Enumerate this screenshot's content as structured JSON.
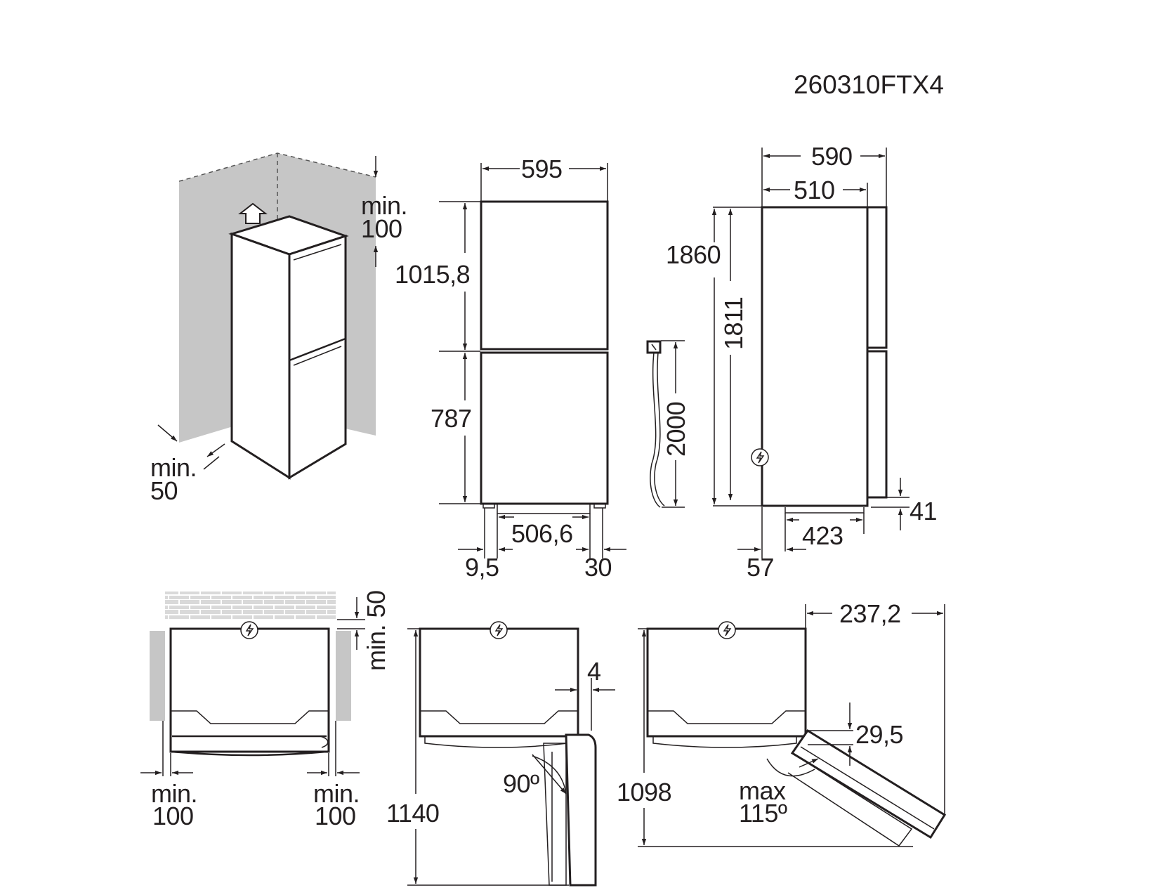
{
  "model_code": "260310FTX4",
  "colors": {
    "line": "#231f20",
    "wall": "#c6c6c6",
    "background": "#ffffff"
  },
  "icons": {
    "power": "power-socket-icon",
    "lift": "arrow-up-icon"
  },
  "perspective": {
    "top_clearance_min": "min.",
    "top_clearance_val": "100",
    "side_clearance_min": "min.",
    "side_clearance_val": "50"
  },
  "front": {
    "width": "595",
    "upper_height": "1015,8",
    "lower_height": "787",
    "foot_spacing": "506,6",
    "left_offset": "9,5",
    "right_offset": "30"
  },
  "cable": {
    "length": "2000"
  },
  "side": {
    "depth_total": "590",
    "depth_body": "510",
    "height_total": "1860",
    "height_body": "1811",
    "foot_height": "41",
    "foot_spacing": "423",
    "foot_offset": "57"
  },
  "top_wall": {
    "rear_clearance": "min. 50",
    "left_min": "min.",
    "left_val": "100",
    "right_min": "min.",
    "right_val": "100"
  },
  "top_90": {
    "door_gap": "4",
    "angle": "90º",
    "depth": "1140"
  },
  "top_115": {
    "door_reach": "237,2",
    "hinge_offset": "29,5",
    "angle_max": "max",
    "angle_val": "115º",
    "depth": "1098"
  }
}
